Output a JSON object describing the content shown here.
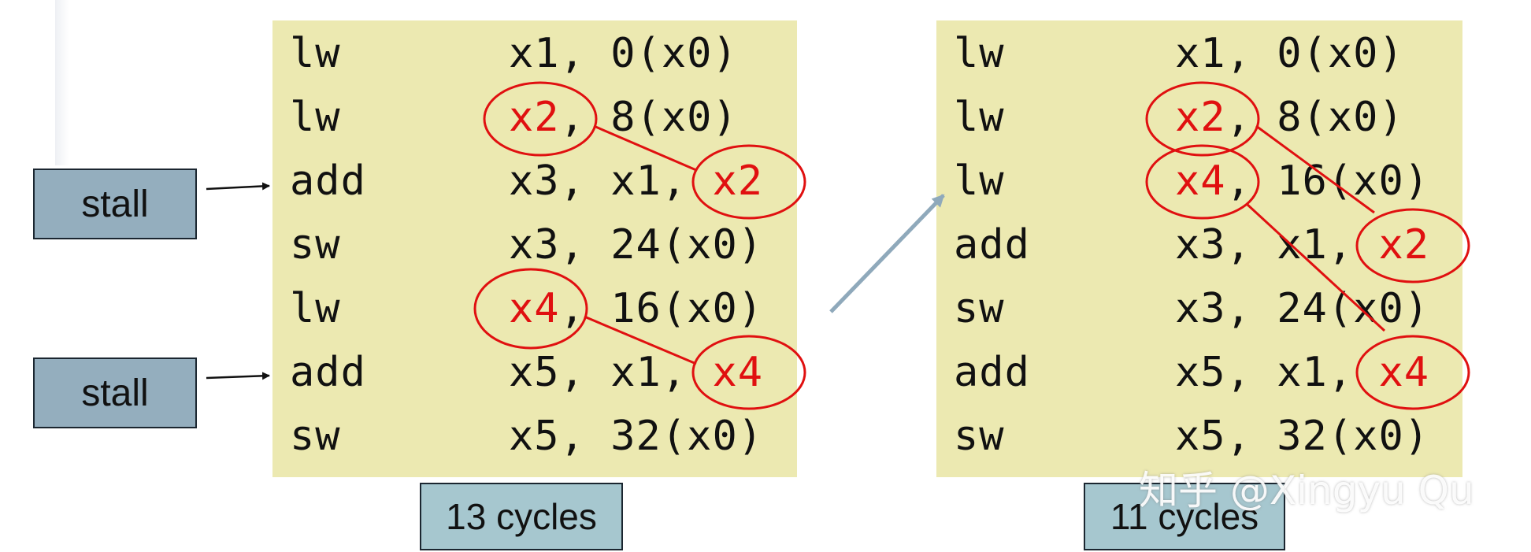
{
  "left_panel": {
    "instructions": [
      {
        "op": "lw",
        "args": "x1, 0(x0)"
      },
      {
        "op": "lw",
        "args_pre": "",
        "reg": "x2",
        "args_post": ", 8(x0)"
      },
      {
        "op": "add",
        "args_pre": "x3, x1, ",
        "reg": "x2",
        "args_post": ""
      },
      {
        "op": "sw",
        "args": "x3, 24(x0)"
      },
      {
        "op": "lw",
        "args_pre": "",
        "reg": "x4",
        "args_post": ", 16(x0)"
      },
      {
        "op": "add",
        "args_pre": "x5, x1, ",
        "reg": "x4",
        "args_post": ""
      },
      {
        "op": "sw",
        "args": "x5, 32(x0)"
      }
    ],
    "stall_labels": [
      "stall",
      "stall"
    ],
    "cycles_label": "13 cycles"
  },
  "right_panel": {
    "instructions": [
      {
        "op": "lw",
        "args": "x1, 0(x0)"
      },
      {
        "op": "lw",
        "args_pre": "",
        "reg": "x2",
        "args_post": ", 8(x0)"
      },
      {
        "op": "lw",
        "args_pre": "",
        "reg": "x4",
        "args_post": ", 16(x0)"
      },
      {
        "op": "add",
        "args_pre": "x3, x1, ",
        "reg": "x2",
        "args_post": ""
      },
      {
        "op": "sw",
        "args": "x3, 24(x0)"
      },
      {
        "op": "add",
        "args_pre": "x5, x1, ",
        "reg": "x4",
        "args_post": ""
      },
      {
        "op": "sw",
        "args": "x5, 32(x0)"
      }
    ],
    "cycles_label": "11 cycles"
  },
  "watermark": "知乎 @Xingyu Qu",
  "colors": {
    "panel": "#ece9b1",
    "stall_box": "#94aebe",
    "cycles_box": "#a6c7cf",
    "highlight": "#e01010",
    "reorder_arrow": "#8fa9bb"
  }
}
